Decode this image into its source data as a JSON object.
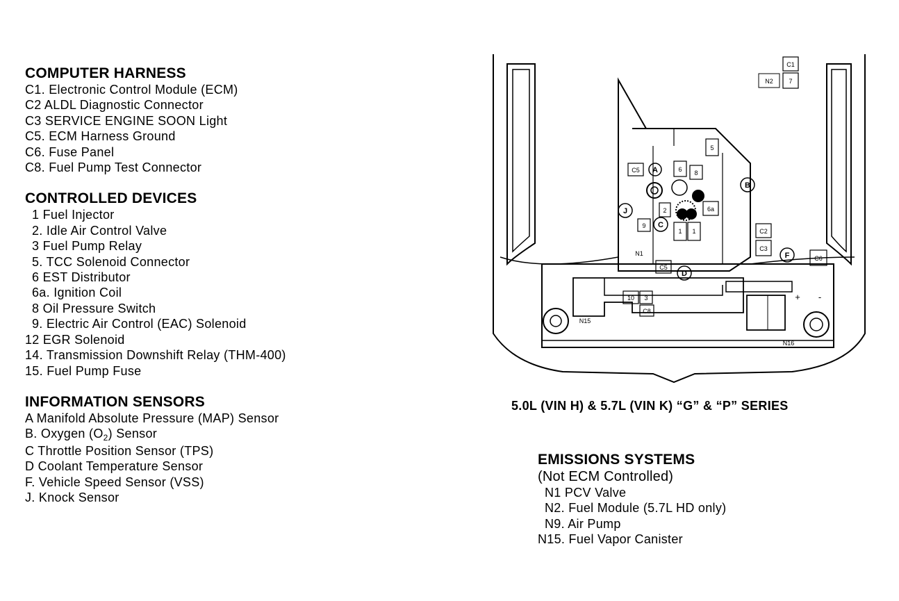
{
  "computer_harness": {
    "heading": "COMPUTER HARNESS",
    "items": [
      "C1. Electronic Control Module (ECM)",
      "C2  ALDL Diagnostic Connector",
      "C3  SERVICE ENGINE SOON Light",
      "C5. ECM Harness Ground",
      "C6. Fuse Panel",
      "C8. Fuel Pump Test Connector"
    ]
  },
  "controlled_devices": {
    "heading": "CONTROLLED DEVICES",
    "items": [
      " 1  Fuel Injector",
      " 2. Idle Air Control Valve",
      " 3  Fuel Pump Relay",
      " 5. TCC Solenoid Connector",
      " 6  EST Distributor",
      "6a. Ignition Coil",
      " 8  Oil Pressure Switch",
      " 9. Electric Air Control (EAC) Solenoid",
      "12  EGR Solenoid",
      "14. Transmission Downshift Relay (THM-400)",
      "15. Fuel Pump Fuse"
    ]
  },
  "information_sensors": {
    "heading": "INFORMATION SENSORS",
    "items": [
      "A  Manifold Absolute Pressure (MAP) Sensor",
      "B. Oxygen (O",
      "C  Throttle Position Sensor (TPS)",
      "D  Coolant Temperature Sensor",
      "F. Vehicle Speed Sensor (VSS)",
      "J. Knock Sensor"
    ],
    "oxygen_sub": "2",
    "oxygen_tail": ") Sensor"
  },
  "diagram_labels": {
    "c1": "C1",
    "seven": "7",
    "n2": "N2",
    "five": "5",
    "c5_top": "C5",
    "a": "A",
    "six": "6",
    "eight": "8",
    "b": "B",
    "j": "J",
    "two": "2",
    "six_a": "6a",
    "nine": "9",
    "c": "C",
    "one_a": "1",
    "one_b": "1",
    "c2": "C2",
    "c3": "C3",
    "f": "F",
    "c6": "C6",
    "n1": "N1",
    "c5_bottom": "C5",
    "d": "D",
    "ten": "10",
    "three": "3",
    "c8": "C8",
    "n15": "N15",
    "n16": "N16",
    "plus": "+",
    "minus": "-"
  },
  "caption": "5.0L (VIN H) & 5.7L (VIN K) “G” & “P” SERIES",
  "emissions": {
    "heading": "EMISSIONS SYSTEMS",
    "subtitle": "(Not ECM Controlled)",
    "items": [
      "N1  PCV Valve",
      "N2. Fuel Module (5.7L HD only)",
      "N9. Air Pump",
      "N15. Fuel Vapor Canister"
    ]
  }
}
